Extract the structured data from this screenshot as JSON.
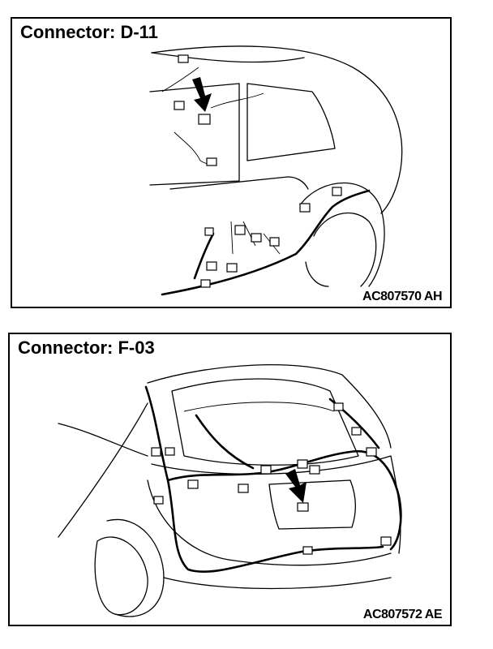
{
  "panels": [
    {
      "title": "Connector: D-11",
      "code": "AC807570 AH"
    },
    {
      "title": "Connector: F-03",
      "code": "AC807572 AE"
    }
  ]
}
